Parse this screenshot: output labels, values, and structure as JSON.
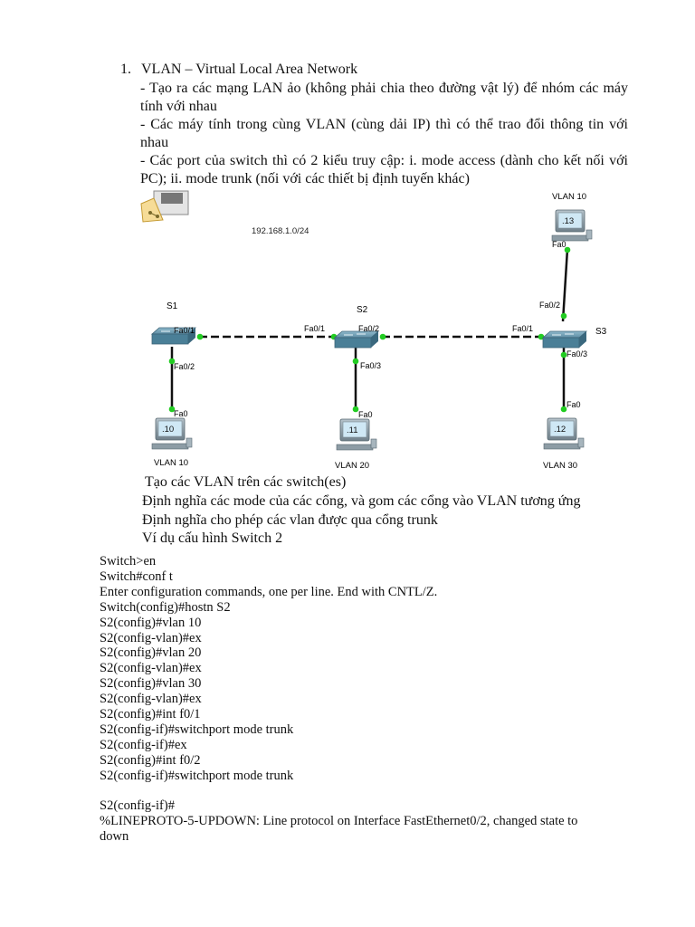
{
  "heading": {
    "number": "1.",
    "title": "VLAN – Virtual Local Area Network"
  },
  "bullets": [
    "- Tạo ra các mạng LAN ảo (không phải chia theo đường vật lý) để nhóm các máy tính với nhau",
    "- Các máy tính trong cùng VLAN (cùng dải IP) thì có thể trao đổi thông tin với nhau",
    "- Các port của switch thì có 2 kiểu truy cập: i. mode access (dành cho kết nối với PC); ii. mode trunk (nối với các thiết bị định tuyến khác)"
  ],
  "diagram": {
    "network": "192.168.1.0/24",
    "switches": {
      "s1": "S1",
      "s2": "S2",
      "s3": "S3"
    },
    "ports": {
      "s1_fa01": "Fa0/1",
      "s1_fa02": "Fa0/2",
      "s2_fa01": "Fa0/1",
      "s2_fa02": "Fa0/2",
      "s2_fa03": "Fa0/3",
      "s3_fa01": "Fa0/1",
      "s3_fa02": "Fa0/2",
      "s3_fa03": "Fa0/3",
      "pc_fa0": "Fa0"
    },
    "pcs": {
      "pc10": {
        "ip": ".10",
        "vlan": "VLAN 10"
      },
      "pc11": {
        "ip": ".11",
        "vlan": "VLAN 20"
      },
      "pc12": {
        "ip": ".12",
        "vlan": "VLAN 30"
      },
      "pc13": {
        "ip": ".13",
        "vlan": "VLAN 10"
      }
    },
    "colors": {
      "link_up": "#22cc22",
      "switch": "#4a7f97",
      "pc_screen": "#cfe8f5"
    }
  },
  "steps": [
    "Tạo các VLAN trên các switch(es)",
    "Định nghĩa các mode của các cổng, và gom các cổng vào VLAN tương ứng",
    "Định nghĩa cho phép các vlan được qua cổng trunk",
    "Ví dụ cấu hình Switch 2"
  ],
  "config_lines": [
    "Switch>en",
    "Switch#conf t",
    "Enter configuration commands, one per line. End with CNTL/Z.",
    "Switch(config)#hostn S2",
    "S2(config)#vlan 10",
    "S2(config-vlan)#ex",
    "S2(config)#vlan 20",
    "S2(config-vlan)#ex",
    "S2(config)#vlan 30",
    "S2(config-vlan)#ex",
    "S2(config)#int f0/1",
    "S2(config-if)#switchport mode trunk",
    "S2(config-if)#ex",
    "S2(config)#int f0/2",
    "S2(config-if)#switchport mode trunk",
    "",
    "S2(config-if)#",
    "%LINEPROTO-5-UPDOWN: Line protocol on Interface FastEthernet0/2, changed state to",
    "down"
  ]
}
